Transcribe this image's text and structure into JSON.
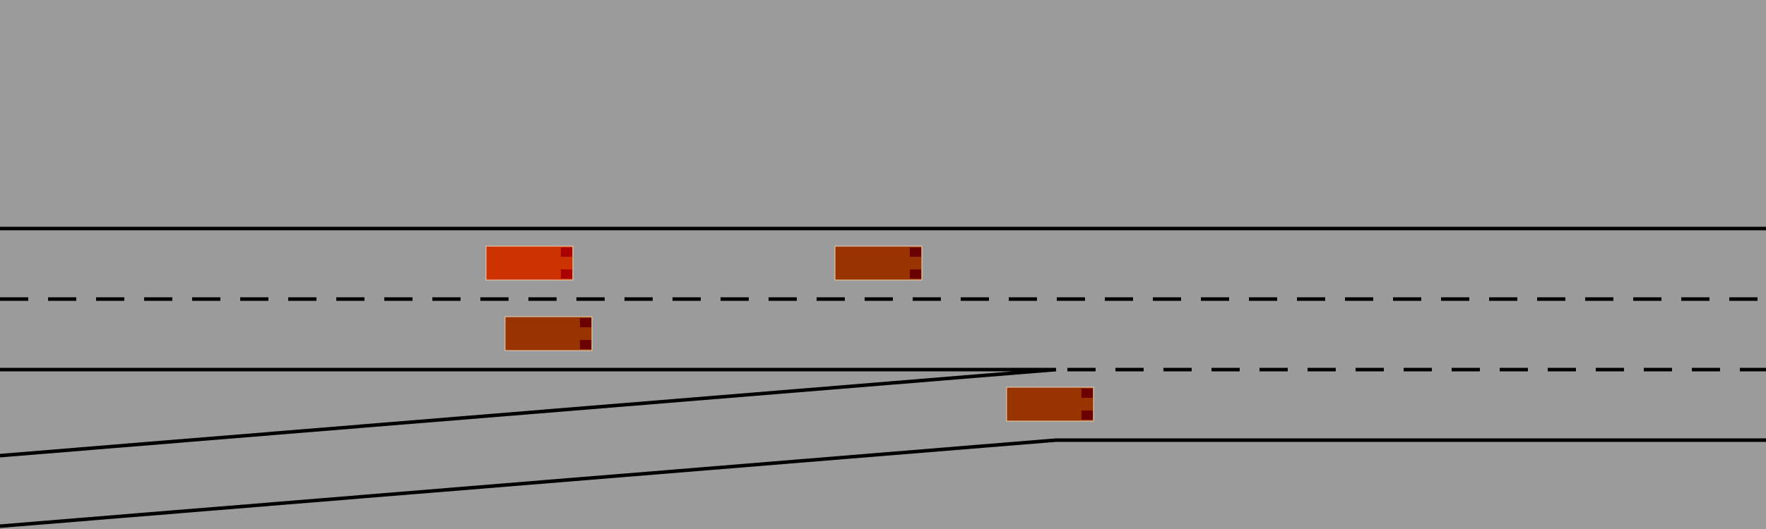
{
  "scene": {
    "type": "highway-merge-simulation",
    "background_color": "#9b9b9b",
    "line_color": "#000000",
    "vehicle_outline_color": "#f0d0b0"
  },
  "vehicles": [
    {
      "id": "ego",
      "role": "controlled",
      "lane": "upper",
      "body_color": "#cc3300",
      "light_color": "#aa0000"
    },
    {
      "id": "car-2",
      "role": "traffic",
      "lane": "upper",
      "body_color": "#993300",
      "light_color": "#6b0000"
    },
    {
      "id": "car-3",
      "role": "traffic",
      "lane": "middle",
      "body_color": "#993300",
      "light_color": "#6b0000"
    },
    {
      "id": "car-4",
      "role": "traffic",
      "lane": "merge",
      "body_color": "#993300",
      "light_color": "#6b0000"
    }
  ]
}
